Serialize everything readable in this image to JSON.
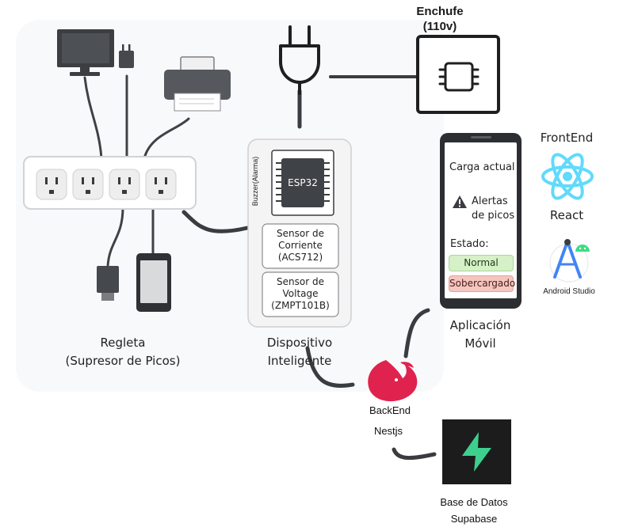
{
  "power": {
    "title": "Enchufe",
    "voltage": "(110v)"
  },
  "power_strip": {
    "label_line1": "Regleta",
    "label_line2": "(Supresor de Picos)"
  },
  "device": {
    "label_line1": "Dispositivo",
    "label_line2": "Inteligente",
    "buzzer": "Buzzer(Alarma)",
    "chip": "ESP32",
    "current_sensor": {
      "line1": "Sensor de",
      "line2": "Corriente",
      "line3": "(ACS712)"
    },
    "voltage_sensor": {
      "line1": "Sensor de",
      "line2": "Voltage",
      "line3": "(ZMPT101B)"
    }
  },
  "app": {
    "label_line1": "Aplicación",
    "label_line2": "Móvil",
    "screen": {
      "current_load": "Carga actual",
      "alerts_line1": "Alertas",
      "alerts_line2": "de picos",
      "state_label": "Estado:",
      "status_normal": "Normal",
      "status_over": "Sobercargado"
    }
  },
  "frontend": {
    "title": "FrontEnd",
    "react": "React",
    "android": "Android Studio"
  },
  "backend": {
    "title": "BackEnd",
    "framework": "Nestjs"
  },
  "database": {
    "line1": "Base de Datos",
    "line2": "Supabase"
  },
  "colors": {
    "nest_red": "#e0234e",
    "supabase_green": "#3ecf8e",
    "react_blue": "#61dafb",
    "android_blue": "#4285f4",
    "android_green": "#3ddc84"
  }
}
